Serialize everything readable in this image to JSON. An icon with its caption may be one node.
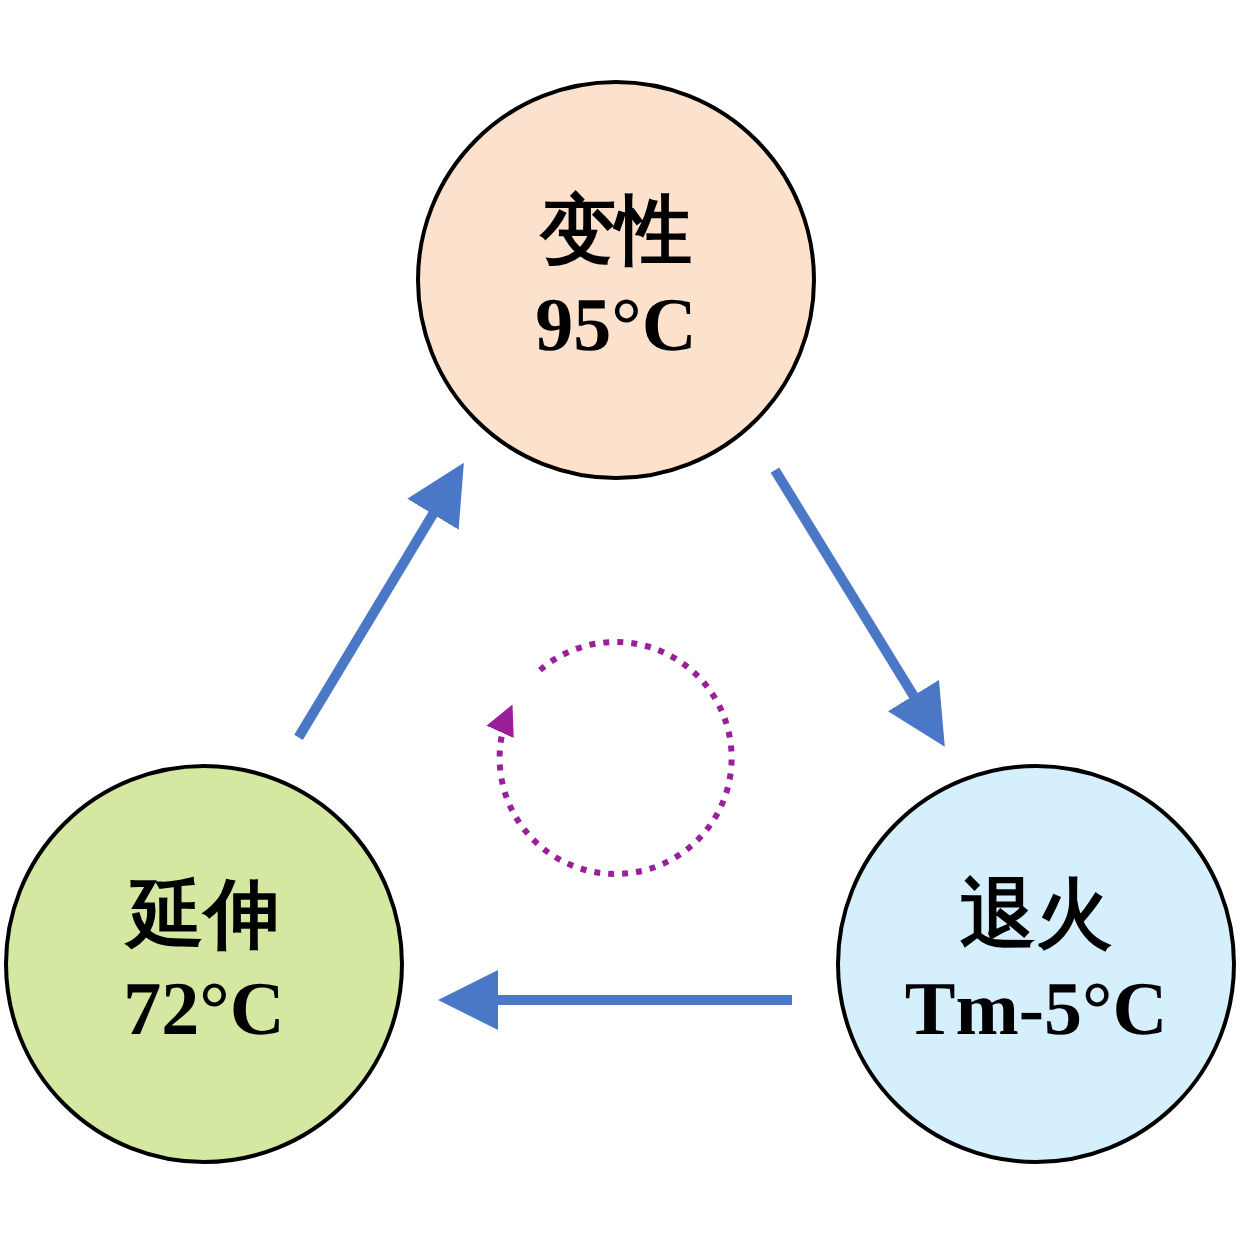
{
  "diagram": {
    "nodes": [
      {
        "text": [
          "变性",
          "95°C"
        ]
      },
      {
        "text": [
          "退火",
          "Tm-5°C"
        ]
      },
      {
        "text": [
          "延伸",
          "72°C"
        ]
      }
    ],
    "edges": [
      {
        "from": 0,
        "to": 1,
        "arrow": "to"
      },
      {
        "from": 1,
        "to": 2,
        "arrow": "to"
      },
      {
        "from": 2,
        "to": 0,
        "arrow": "to"
      }
    ]
  }
}
